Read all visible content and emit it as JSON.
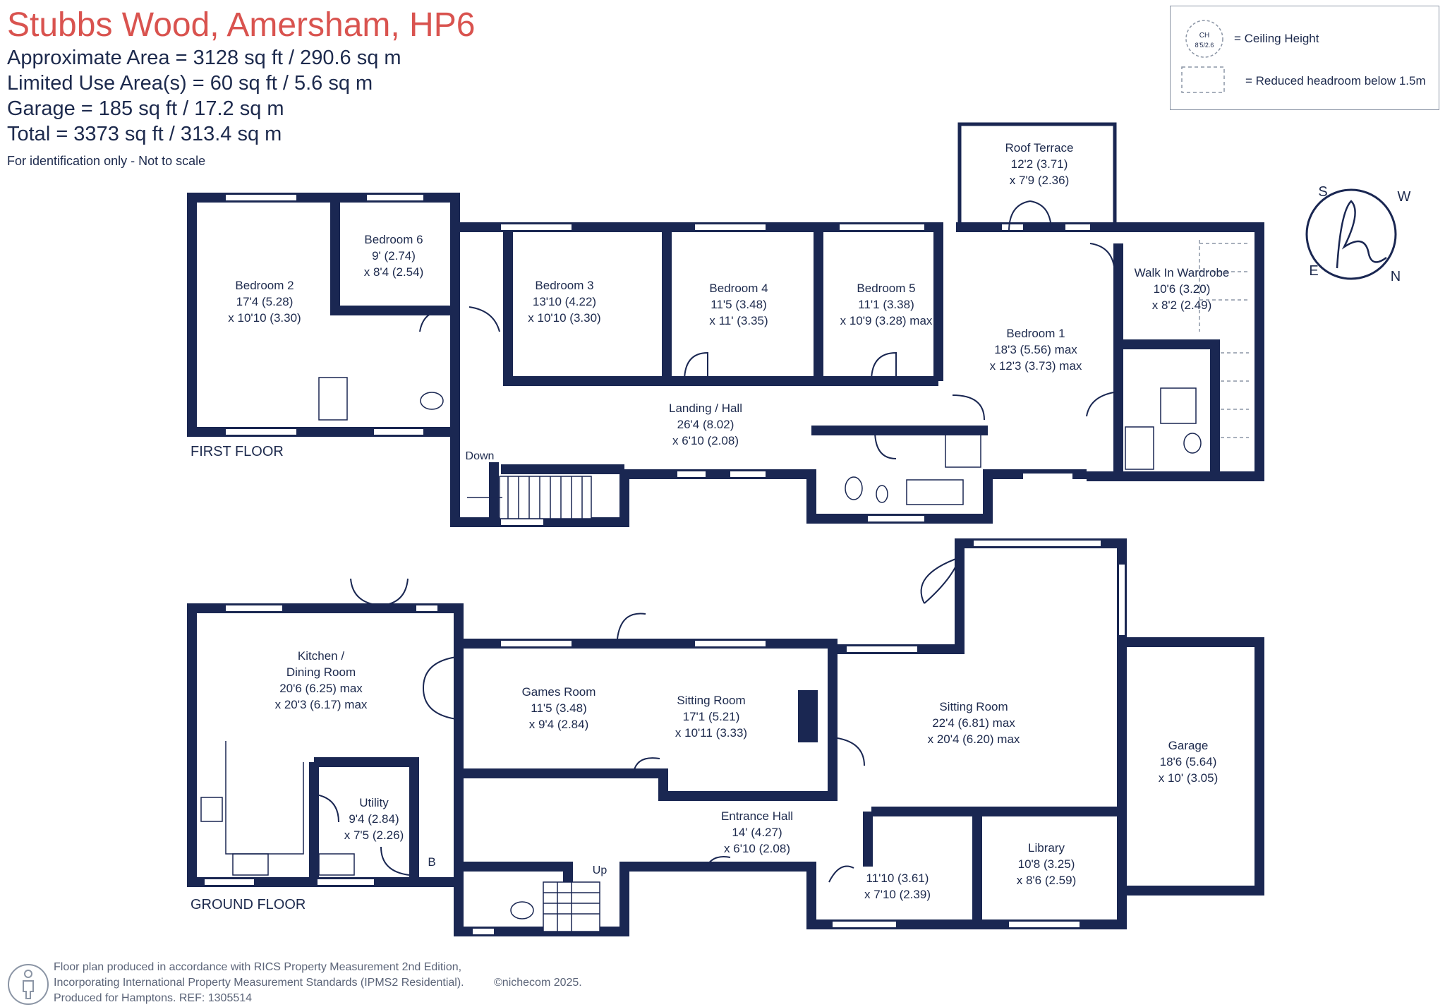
{
  "header": {
    "title": "Stubbs Wood, Amersham, HP6",
    "area_lines": [
      "Approximate Area = 3128 sq ft / 290.6 sq m",
      "Limited Use Area(s) = 60 sq ft / 5.6 sq m",
      "Garage = 185 sq ft / 17.2 sq m",
      "Total = 3373 sq ft / 313.4 sq m"
    ],
    "note": "For identification only - Not to scale"
  },
  "legend": {
    "ceiling_symbol_top": "CH",
    "ceiling_symbol_bottom": "8'5/2.6",
    "ceiling_label": "= Ceiling Height",
    "headroom_label": "= Reduced headroom below 1.5m"
  },
  "compass": {
    "n": "N",
    "e": "E",
    "s": "S",
    "w": "W"
  },
  "colors": {
    "title": "#d9534f",
    "wall": "#1a2752",
    "text": "#1d2a4d",
    "muted": "#5b6478"
  },
  "first_floor": {
    "label": "FIRST FLOOR",
    "rooms": [
      {
        "name": "Bedroom 2",
        "dim1": "17'4 (5.28)",
        "dim2": "x 10'10 (3.30)"
      },
      {
        "name": "Bedroom 6",
        "dim1": "9' (2.74)",
        "dim2": "x 8'4 (2.54)"
      },
      {
        "name": "Bedroom 3",
        "dim1": "13'10 (4.22)",
        "dim2": "x 10'10 (3.30)"
      },
      {
        "name": "Bedroom 4",
        "dim1": "11'5 (3.48)",
        "dim2": "x 11' (3.35)"
      },
      {
        "name": "Bedroom 5",
        "dim1": "11'1 (3.38)",
        "dim2": "x 10'9 (3.28) max"
      },
      {
        "name": "Roof Terrace",
        "dim1": "12'2 (3.71)",
        "dim2": "x 7'9 (2.36)"
      },
      {
        "name": "Walk In Wardrobe",
        "dim1": "10'6 (3.20)",
        "dim2": "x 8'2 (2.49)"
      },
      {
        "name": "Bedroom 1",
        "dim1": "18'3 (5.56) max",
        "dim2": "x 12'3 (3.73) max"
      },
      {
        "name": "Landing / Hall",
        "dim1": "26'4 (8.02)",
        "dim2": "x 6'10 (2.08)"
      }
    ],
    "stair_label": "Down"
  },
  "ground_floor": {
    "label": "GROUND FLOOR",
    "rooms": [
      {
        "name": "Kitchen /",
        "name2": "Dining Room",
        "dim1": "20'6 (6.25) max",
        "dim2": "x 20'3 (6.17) max"
      },
      {
        "name": "Games Room",
        "dim1": "11'5 (3.48)",
        "dim2": "x 9'4 (2.84)"
      },
      {
        "name": "Sitting Room",
        "dim1": "17'1 (5.21)",
        "dim2": "x 10'11 (3.33)"
      },
      {
        "name": "Sitting Room",
        "dim1": "22'4 (6.81) max",
        "dim2": "x 20'4 (6.20) max"
      },
      {
        "name": "Garage",
        "dim1": "18'6 (5.64)",
        "dim2": "x 10' (3.05)"
      },
      {
        "name": "Utility",
        "dim1": "9'4 (2.84)",
        "dim2": "x 7'5 (2.26)"
      },
      {
        "name": "Entrance Hall",
        "dim1": "14' (4.27)",
        "dim2": "x 6'10 (2.08)"
      },
      {
        "name": "Library",
        "dim1": "10'8 (3.25)",
        "dim2": "x 8'6 (2.59)"
      },
      {
        "name": "",
        "dim1": "11'10 (3.61)",
        "dim2": "x 7'10 (2.39)"
      }
    ],
    "boiler_label": "B",
    "stair_label": "Up"
  },
  "footer": {
    "lines": [
      "Floor plan produced in accordance with RICS Property Measurement 2nd Edition,",
      "Incorporating International Property Measurement Standards (IPMS2 Residential).",
      "Produced for Hamptons.   REF:  1305514"
    ],
    "copyright": "©nichecom 2025."
  }
}
